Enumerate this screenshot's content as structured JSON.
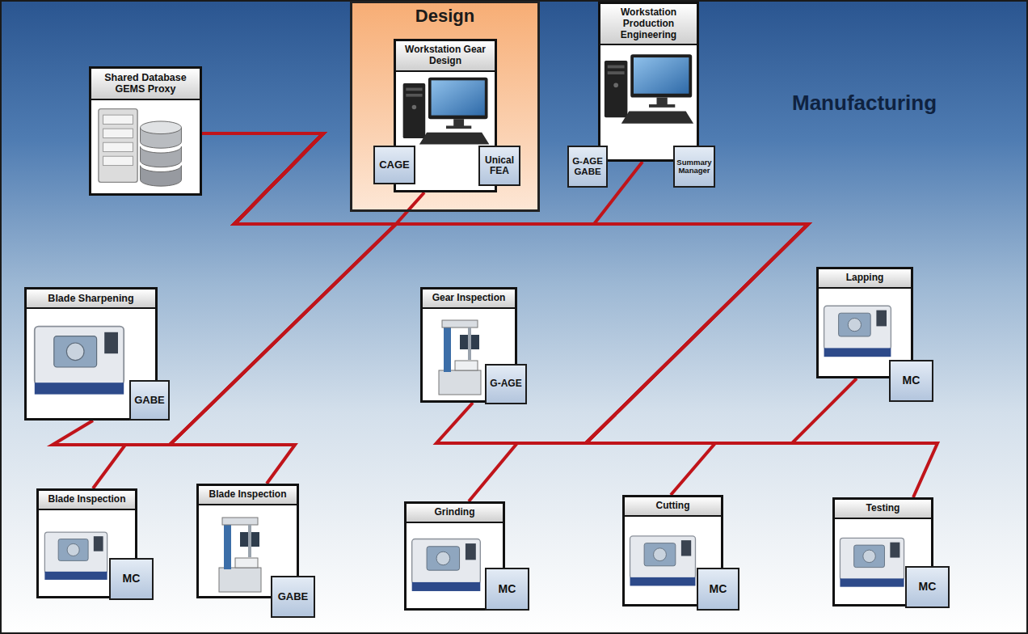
{
  "diagram": {
    "nodes": [
      {
        "text": [
          "Shared Database GEMS Proxy"
        ]
      },
      {
        "text": [
          "Design"
        ]
      },
      {
        "text": [
          "Workstation Gear Design"
        ],
        "in": 1
      },
      {
        "text": [
          "CAGE"
        ],
        "in": 2
      },
      {
        "text": [
          "Unical FEA"
        ],
        "in": 2
      },
      {
        "text": [
          "Workstation Production Engineering"
        ]
      },
      {
        "text": [
          "G-AGE GABE"
        ],
        "in": 5
      },
      {
        "text": [
          "Summary Manager"
        ],
        "in": 5
      },
      {
        "text": [
          "Blade Sharpening"
        ]
      },
      {
        "text": [
          "GABE"
        ],
        "in": 8
      },
      {
        "text": [
          "Gear Inspection"
        ]
      },
      {
        "text": [
          "G-AGE"
        ],
        "in": 10
      },
      {
        "text": [
          "Lapping"
        ]
      },
      {
        "text": [
          "MC"
        ],
        "in": 12
      },
      {
        "text": [
          "Blade Inspection"
        ]
      },
      {
        "text": [
          "MC"
        ],
        "in": 14
      },
      {
        "text": [
          "Blade Inspection"
        ]
      },
      {
        "text": [
          "GABE"
        ],
        "in": 16
      },
      {
        "text": [
          "Grinding"
        ]
      },
      {
        "text": [
          "MC"
        ],
        "in": 18
      },
      {
        "text": [
          "Cutting"
        ]
      },
      {
        "text": [
          "MC"
        ],
        "in": 20
      },
      {
        "text": [
          "Testing"
        ]
      },
      {
        "text": [
          "MC"
        ],
        "in": 22
      }
    ],
    "edges": [
      {
        "from": 0,
        "to": 2,
        "arrow": "none"
      },
      {
        "from": 0,
        "to": 5,
        "arrow": "none"
      },
      {
        "from": 0,
        "to": 8,
        "arrow": "none"
      },
      {
        "from": 0,
        "to": 14,
        "arrow": "none"
      },
      {
        "from": 0,
        "to": 16,
        "arrow": "none"
      },
      {
        "from": 0,
        "to": 10,
        "arrow": "none"
      },
      {
        "from": 0,
        "to": 18,
        "arrow": "none"
      },
      {
        "from": 0,
        "to": 20,
        "arrow": "none"
      },
      {
        "from": 0,
        "to": 12,
        "arrow": "none"
      },
      {
        "from": 0,
        "to": 22,
        "arrow": "none"
      }
    ],
    "labels": [
      "Manufacturing"
    ]
  }
}
